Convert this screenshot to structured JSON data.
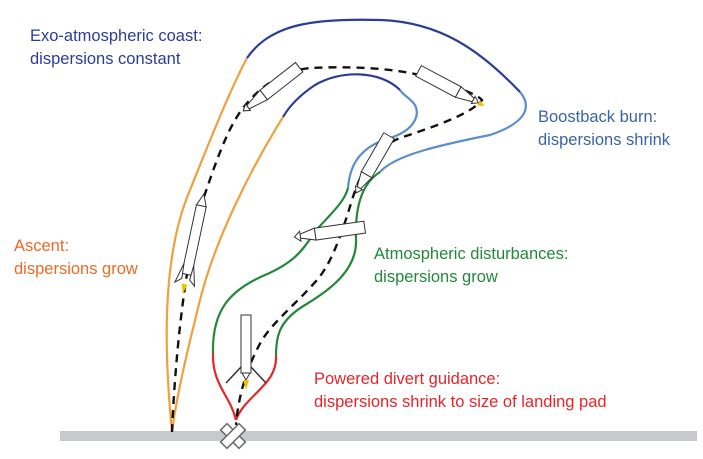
{
  "labels": {
    "exo": {
      "title": "Exo-atmospheric coast:",
      "desc": "dispersions constant"
    },
    "boostback": {
      "title": "Boostback burn:",
      "desc": "dispersions shrink"
    },
    "ascent": {
      "title": "Ascent:",
      "desc": "dispersions grow"
    },
    "atmospheric": {
      "title": "Atmospheric disturbances:",
      "desc": "dispersions grow"
    },
    "powered": {
      "title": "Powered divert guidance:",
      "desc": "dispersions shrink to size of landing pad"
    }
  },
  "colors": {
    "ascent": "#f0a040",
    "exo": "#2d3d96",
    "boostback": "#5b8fc8",
    "atmospheric": "#24883a",
    "powered": "#e3262a",
    "ground": "#c8c9cc"
  }
}
